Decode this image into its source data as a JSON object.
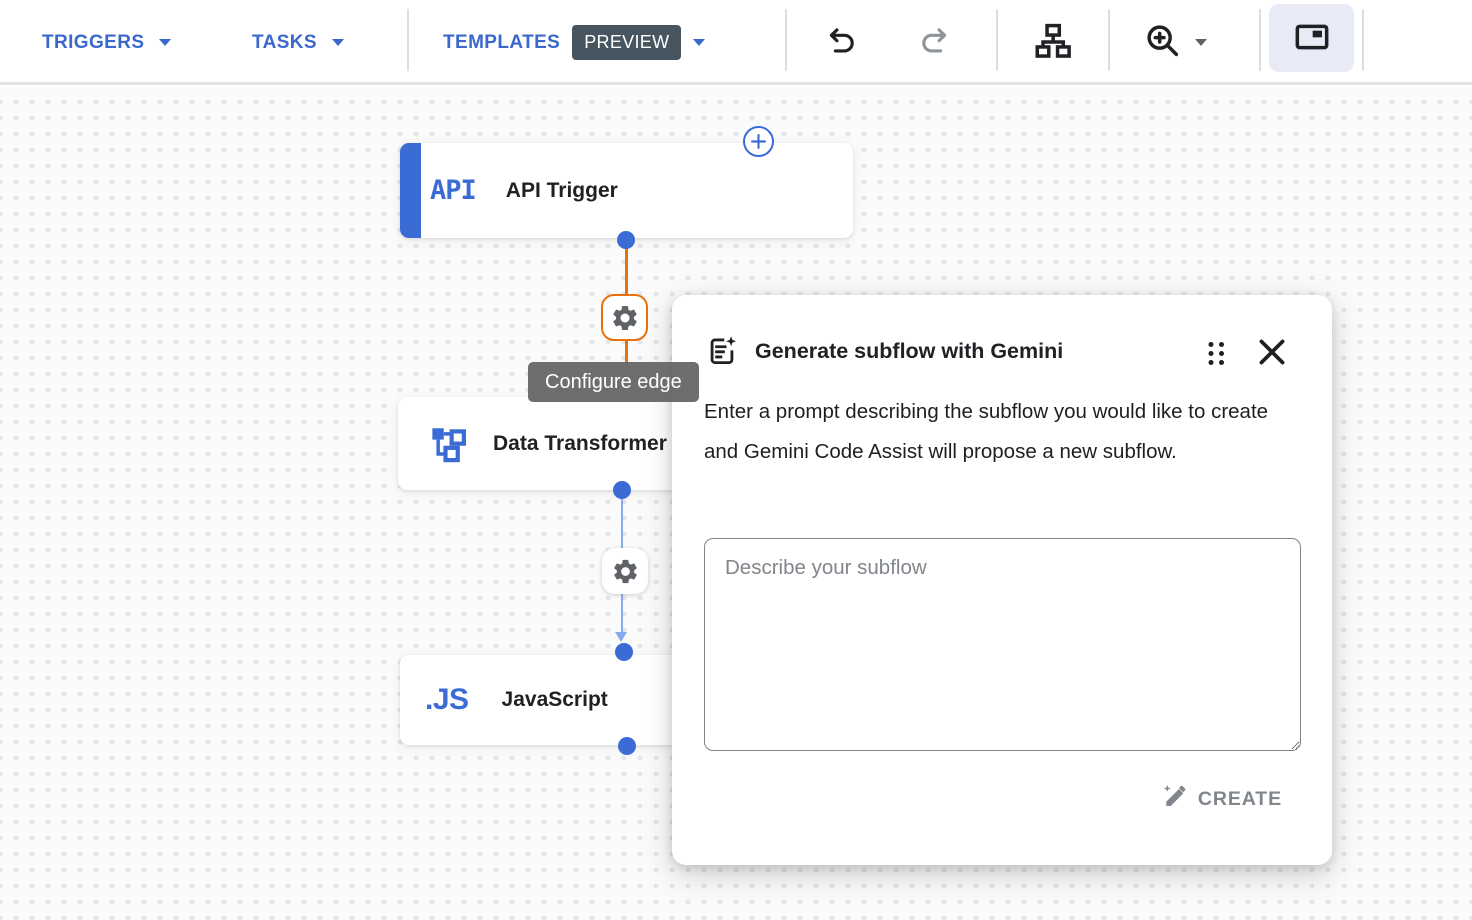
{
  "toolbar": {
    "triggers_label": "TRIGGERS",
    "tasks_label": "TASKS",
    "templates_label": "TEMPLATES",
    "preview_badge": "PREVIEW"
  },
  "canvas": {
    "nodes": {
      "api_trigger": {
        "icon_text": "API",
        "label": "API Trigger"
      },
      "data_transformer": {
        "label": "Data Transformer"
      },
      "javascript": {
        "icon_text": ".JS",
        "label": "JavaScript"
      }
    },
    "edge_tooltip": "Configure edge"
  },
  "dialog": {
    "title": "Generate subflow with Gemini",
    "description": "Enter a prompt describing the subflow you would like to create and Gemini Code Assist will propose a new subflow.",
    "prompt_placeholder": "Describe your subflow",
    "create_button": "CREATE"
  },
  "colors": {
    "accent_blue": "#3b6cd6",
    "selected_edge_orange": "#e8710a",
    "default_edge_blue": "#87abef",
    "preview_badge_bg": "#475560",
    "tooltip_bg": "#636363",
    "disabled_gray": "#80868b",
    "active_button_bg": "#e8eaf6"
  }
}
